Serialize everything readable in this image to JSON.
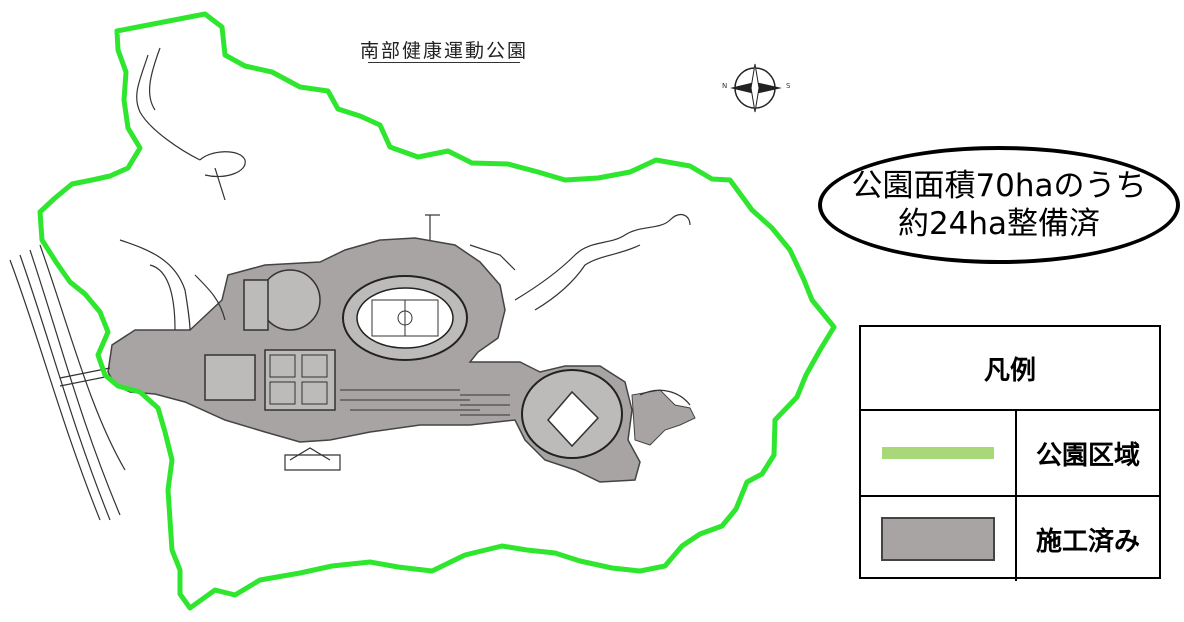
{
  "map": {
    "title": "南部健康運動公園",
    "compass": {
      "north_letter": "N",
      "south_letter": "S"
    }
  },
  "area_note": {
    "line1": "公園面積70haのうち",
    "line2": "約24ha整備済"
  },
  "legend": {
    "title": "凡例",
    "items": [
      {
        "label": "公園区域",
        "symbol": "line",
        "color": "#a8d878"
      },
      {
        "label": "施工済み",
        "symbol": "box",
        "color": "#a8a4a4"
      }
    ]
  },
  "colors": {
    "park_boundary": "#2ee62e",
    "constructed_area": "#a8a4a4",
    "drawing_lines": "#333333"
  }
}
